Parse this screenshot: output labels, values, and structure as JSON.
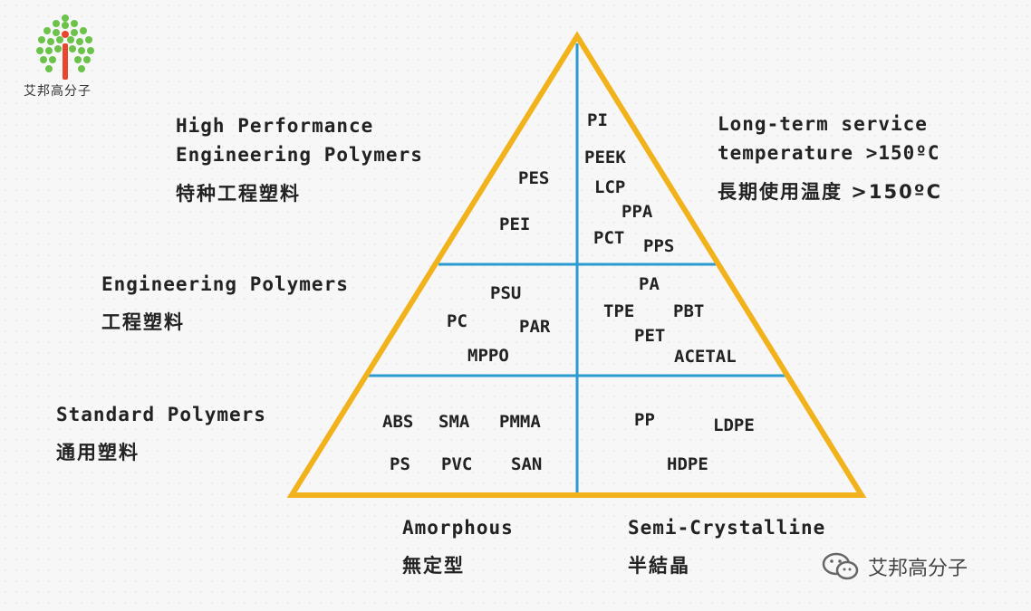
{
  "labels": {
    "high_performance_en_1": "High Performance",
    "high_performance_en_2": "Engineering Polymers",
    "high_performance_zh": "特种工程塑料",
    "engineering_en": "Engineering Polymers",
    "engineering_zh": "工程塑料",
    "standard_en": "Standard Polymers",
    "standard_zh": "通用塑料",
    "temp_en_1": "Long-term service",
    "temp_en_2": "temperature >150ºC",
    "temp_zh": "長期使用温度 >150ºC",
    "amorphous_en": "Amorphous",
    "amorphous_zh": "無定型",
    "semicrystalline_en": "Semi-Crystalline",
    "semicrystalline_zh": "半結晶"
  },
  "polymers": {
    "high_amorphous": [
      "PES",
      "PEI"
    ],
    "high_semicrystalline": [
      "PI",
      "PEEK",
      "LCP",
      "PPA",
      "PCT",
      "PPS"
    ],
    "eng_amorphous": [
      "PSU",
      "PC",
      "PAR",
      "MPPO"
    ],
    "eng_semicrystalline": [
      "PA",
      "TPE",
      "PBT",
      "PET",
      "ACETAL"
    ],
    "std_amorphous": [
      "ABS",
      "SMA",
      "PMMA",
      "PS",
      "PVC",
      "SAN"
    ],
    "std_semicrystalline": [
      "PP",
      "LDPE",
      "HDPE"
    ]
  },
  "logo": {
    "brand": "艾邦高分子"
  },
  "watermark": {
    "text": "艾邦高分子",
    "icon": "wechat-icon"
  },
  "colors": {
    "triangle": "#f2b21c",
    "divider": "#2b9bd1",
    "logo_green": "#6cc24a",
    "logo_trunk": "#e8462e"
  }
}
